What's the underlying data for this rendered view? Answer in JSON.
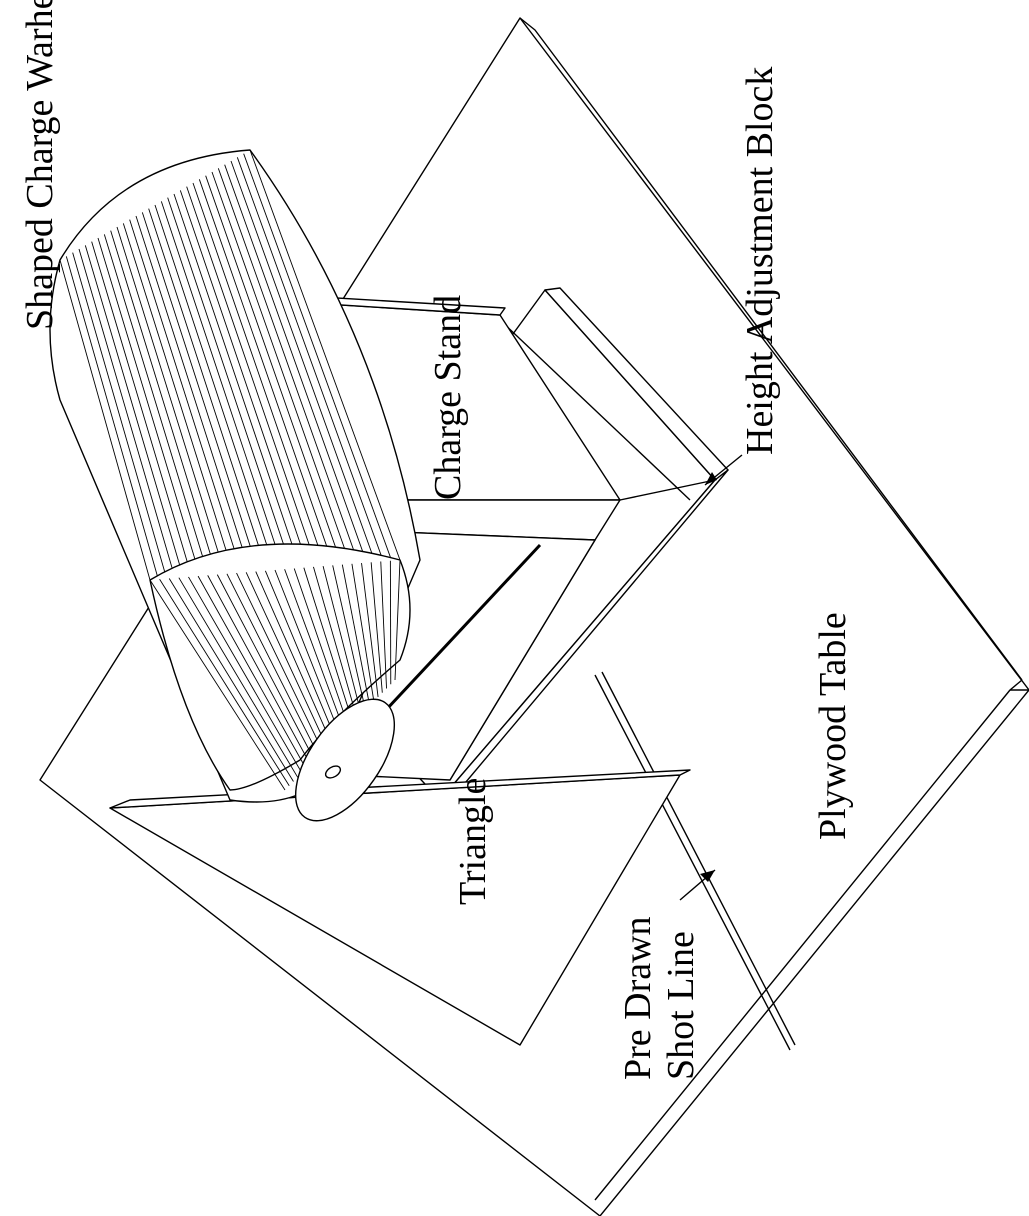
{
  "labels": {
    "shaped_charge_warhead": "Shaped Charge Warhead",
    "charge_stand": "Charge Stand",
    "height_adjustment_block": "Height Adjustment Block",
    "plywood_table": "Plywood Table",
    "triangle": "Triangle",
    "pre_drawn": "Pre Drawn",
    "shot_line": "Shot Line"
  }
}
